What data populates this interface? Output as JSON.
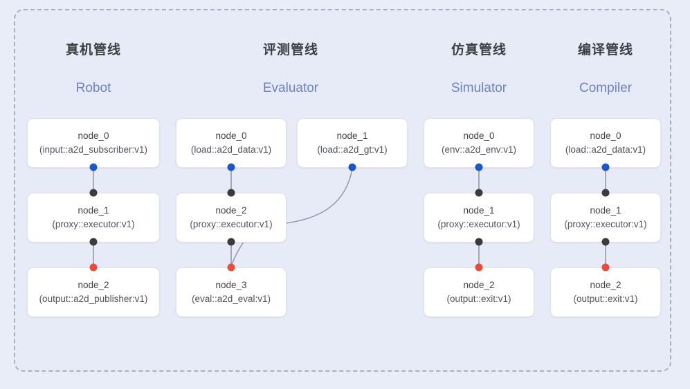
{
  "diagram": {
    "title_cn_list": [
      "真机管线",
      "评测管线",
      "仿真管线",
      "编译管线"
    ],
    "colors": {
      "background": "#e9edf8",
      "panel": "#e7ebf7",
      "frame_dash": "#a9b0c2",
      "node_fill": "#ffffff",
      "node_border": "#dfe2ea",
      "port_output_blue": "#1a57cf",
      "port_black": "#3b3b3d",
      "port_input_red": "#ea4a36",
      "edge_line": "#8e95a5",
      "header_cn": "#3c4043",
      "header_en": "#6d82c4"
    }
  },
  "columns": [
    {
      "id": "robot",
      "title_cn": "真机管线",
      "title_en": "Robot",
      "nodes": [
        {
          "id": "robot-node-0",
          "name": "node_0",
          "type": "(input::a2d_subscriber:v1)"
        },
        {
          "id": "robot-node-1",
          "name": "node_1",
          "type": "(proxy::executor:v1)"
        },
        {
          "id": "robot-node-2",
          "name": "node_2",
          "type": "(output::a2d_publisher:v1)"
        }
      ]
    },
    {
      "id": "evaluator",
      "title_cn": "评测管线",
      "title_en": "Evaluator",
      "nodes": [
        {
          "id": "eval-node-0",
          "name": "node_0",
          "type": "(load::a2d_data:v1)"
        },
        {
          "id": "eval-node-1",
          "name": "node_1",
          "type": "(load::a2d_gt:v1)"
        },
        {
          "id": "eval-node-2",
          "name": "node_2",
          "type": "(proxy::executor:v1)"
        },
        {
          "id": "eval-node-3",
          "name": "node_3",
          "type": "(eval::a2d_eval:v1)"
        }
      ]
    },
    {
      "id": "simulator",
      "title_cn": "仿真管线",
      "title_en": "Simulator",
      "nodes": [
        {
          "id": "sim-node-0",
          "name": "node_0",
          "type": "(env::a2d_env:v1)"
        },
        {
          "id": "sim-node-1",
          "name": "node_1",
          "type": "(proxy::executor:v1)"
        },
        {
          "id": "sim-node-2",
          "name": "node_2",
          "type": "(output::exit:v1)"
        }
      ]
    },
    {
      "id": "compiler",
      "title_cn": "编译管线",
      "title_en": "Compiler",
      "nodes": [
        {
          "id": "comp-node-0",
          "name": "node_0",
          "type": "(load::a2d_data:v1)"
        },
        {
          "id": "comp-node-1",
          "name": "node_1",
          "type": "(proxy::executor:v1)"
        },
        {
          "id": "comp-node-2",
          "name": "node_2",
          "type": "(output::exit:v1)"
        }
      ]
    }
  ]
}
